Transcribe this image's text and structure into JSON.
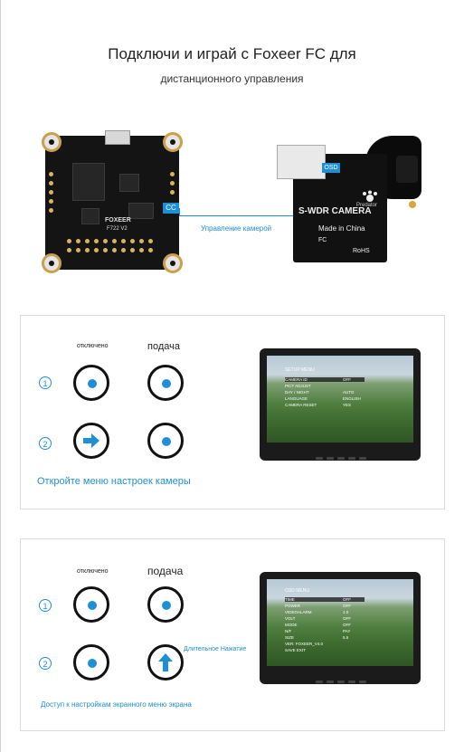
{
  "header": {
    "title": "Подключи и играй с Foxeer FC для",
    "subtitle": "дистанционного управления"
  },
  "diagram": {
    "fc_label": "FOXEER",
    "fc_model": "F722 V2",
    "cc_label": "CC",
    "osd_label": "OSD",
    "camera_control": "Управление камерой",
    "camera_brand": "S-WDR CAMERA",
    "camera_made": "Made in China",
    "camera_fc": "FC",
    "camera_rohs": "RoHS",
    "camera_logo": "Predator"
  },
  "panel1": {
    "label_left": "отключено",
    "label_right": "подача",
    "step1": "1",
    "step2": "2",
    "caption": "Откройте меню настроек камеры",
    "screen_title": "SETUP MENU",
    "menu": [
      {
        "k": "CAMERA ID",
        "v": "OFF"
      },
      {
        "k": "PICT ADJUST",
        "v": ""
      },
      {
        "k": "DAY / NIGHT",
        "v": "AUTO"
      },
      {
        "k": "LANGUAGE",
        "v": "ENGLISH"
      },
      {
        "k": "CAMERA RESET",
        "v": "YES"
      }
    ]
  },
  "panel2": {
    "label_left": "отключено",
    "label_right": "подача",
    "step1": "1",
    "step2": "2",
    "long_press": "Длительное Нажатие",
    "caption": "Доступ к настройкам экранного меню экрана",
    "screen_title": "OSD MENU",
    "menu": [
      {
        "k": "TIME",
        "v": "OFF"
      },
      {
        "k": "POWER",
        "v": "OFF"
      },
      {
        "k": "VIDEOALARM",
        "v": "1.0"
      },
      {
        "k": "VOLT",
        "v": "OFF"
      },
      {
        "k": "MODE",
        "v": "OFF"
      },
      {
        "k": "N/F",
        "v": "PAY"
      },
      {
        "k": "SIZE",
        "v": "5.5"
      },
      {
        "k": "VER: FOXEER_V4.0",
        "v": ""
      },
      {
        "k": "SAVE EXIT",
        "v": ""
      }
    ]
  },
  "colors": {
    "accent": "#1e8fd6",
    "ring": "#111111"
  },
  "icons": {
    "arrow_right": "arrow-right-icon",
    "arrow_up": "arrow-up-icon"
  }
}
